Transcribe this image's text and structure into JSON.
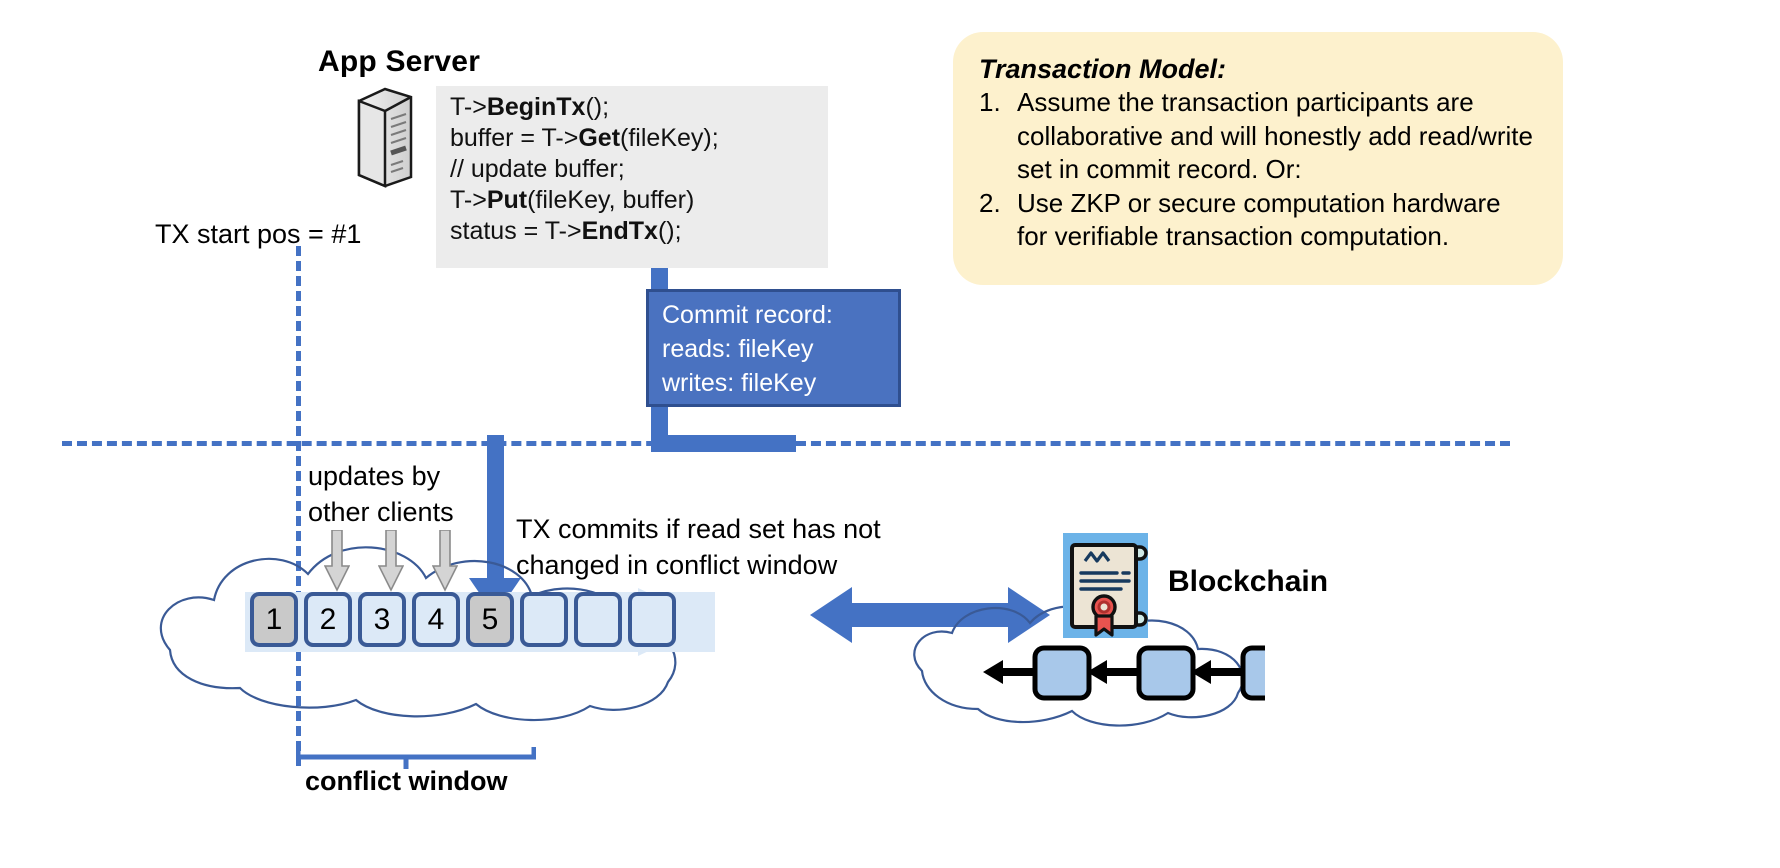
{
  "app_server": {
    "title": "App Server",
    "icon": "server-tower-icon",
    "code_lines": [
      {
        "pre": "T->",
        "bold": "BeginTx",
        "post": "();"
      },
      {
        "pre": "buffer = T->",
        "bold": "Get",
        "post": "(fileKey);"
      },
      {
        "pre": "// update buffer;",
        "bold": "",
        "post": ""
      },
      {
        "pre": "T->",
        "bold": "Put",
        "post": "(fileKey, buffer)"
      },
      {
        "pre": "status = T->",
        "bold": "EndTx",
        "post": "();"
      }
    ]
  },
  "tx_start": {
    "label": "TX start pos = #1"
  },
  "commit_record": {
    "title": "Commit record:",
    "reads": "reads: fileKey",
    "writes": "writes: fileKey",
    "fill_color": "#4a72c0",
    "border_color": "#2f4f8f"
  },
  "transaction_model": {
    "title": "Transaction Model:",
    "background": "#fdf1cd",
    "items": [
      {
        "num": "1.",
        "text": "Assume the transaction participants are collaborative and will honestly add read/write set in commit record.  Or:"
      },
      {
        "num": "2.",
        "text": "Use ZKP or secure computation hardware for verifiable transaction computation."
      }
    ]
  },
  "log": {
    "updates_label_line1": "updates by",
    "updates_label_line2": "other clients",
    "commit_label_line1": "TX commits if read set has not",
    "commit_label_line2": "changed in conflict window",
    "conflict_window_label": "conflict window",
    "blocks": [
      {
        "label": "1",
        "filled": true
      },
      {
        "label": "2",
        "filled": false
      },
      {
        "label": "3",
        "filled": false
      },
      {
        "label": "4",
        "filled": false
      },
      {
        "label": "5",
        "filled": true
      },
      {
        "label": "",
        "filled": false
      },
      {
        "label": "",
        "filled": false
      },
      {
        "label": "",
        "filled": false
      }
    ],
    "accent_color": "#4472c4",
    "block_border_color": "#3a5a96",
    "block_fill_color": "#dce9f7",
    "block_filled_color": "#c9c9c9"
  },
  "blockchain": {
    "label": "Blockchain",
    "icon": "smart-contract-certificate-icon",
    "block_count": 3,
    "block_fill": "#a8c8ea",
    "arrow_color": "#4472c4"
  }
}
